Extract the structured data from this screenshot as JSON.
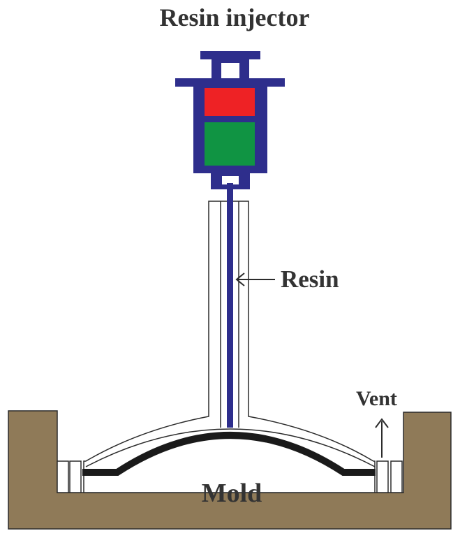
{
  "labels": {
    "title": "Resin injector",
    "resin": "Resin",
    "vent": "Vent",
    "mold": "Mold"
  },
  "colors": {
    "syringe_body": "#2e2e8c",
    "plunger_upper": "#ee2225",
    "plunger_lower": "#109443",
    "resin": "#2e2e8c",
    "mold": "#8f7a58",
    "preform": "#1a1a1a",
    "outline": "#2b2b2b"
  },
  "icons": {
    "injector": "syringe-icon",
    "vent_arrow": "arrow-up-icon",
    "resin_arrow": "arrow-left-icon"
  }
}
